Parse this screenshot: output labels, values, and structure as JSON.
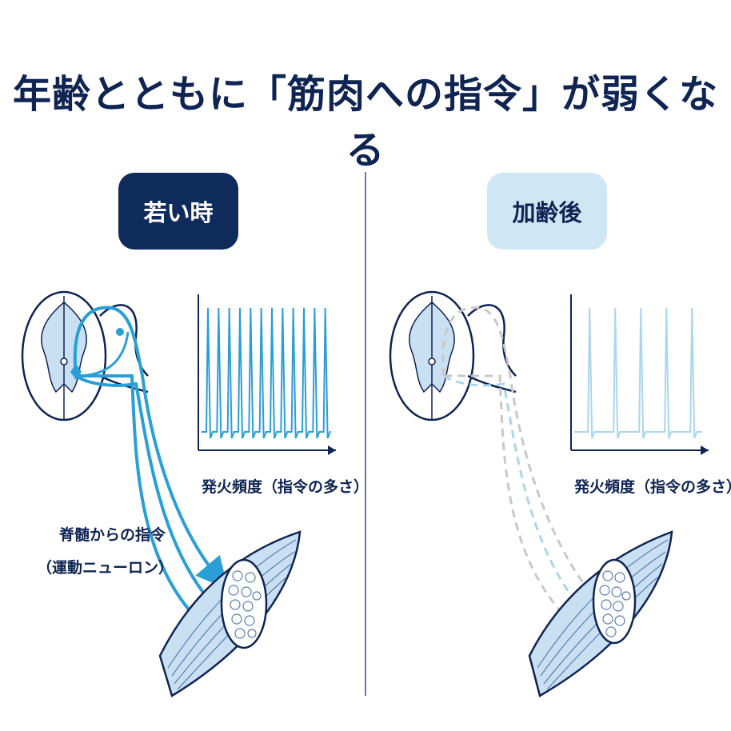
{
  "title": "年齢とともに「筋肉への指令」が弱くなる",
  "panels": {
    "young": {
      "badge": "若い時",
      "graph_label": "発火頻度（指令の多さ）",
      "signal_label_line1": "脊髄からの指令",
      "signal_label_line2": "（運動ニューロン）",
      "spike_count": 12
    },
    "aged": {
      "badge": "加齢後",
      "graph_label": "発火頻度（指令の多さ）",
      "spike_count": 5
    }
  },
  "colors": {
    "navy": "#0f2452",
    "young_signal": "#2a9fd6",
    "aged_signal": "#a9d6ee",
    "aged_dash": "#c8c8c8",
    "tissue": "#c9dff2",
    "muscle_line": "#5a7db0"
  }
}
